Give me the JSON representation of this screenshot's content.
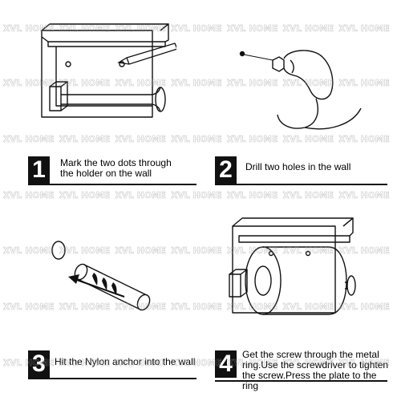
{
  "watermark": {
    "text": "XVL HOME",
    "count_per_row": 7
  },
  "steps": [
    {
      "number": "1",
      "text_lines": [
        "Mark the two dots through",
        "the holder on the wall"
      ]
    },
    {
      "number": "2",
      "text_lines": [
        "Drill two holes in the wall"
      ]
    },
    {
      "number": "3",
      "text_lines": [
        "Hit the Nylon anchor into the wall"
      ]
    },
    {
      "number": "4",
      "text_lines": [
        "Get the screw through the metal",
        "ring.Use the screwdriver to tighten",
        "the screw.Press the plate to the ring"
      ]
    }
  ],
  "colors": {
    "line": "#111111",
    "badge": "#111111",
    "watermark": "#969696"
  }
}
